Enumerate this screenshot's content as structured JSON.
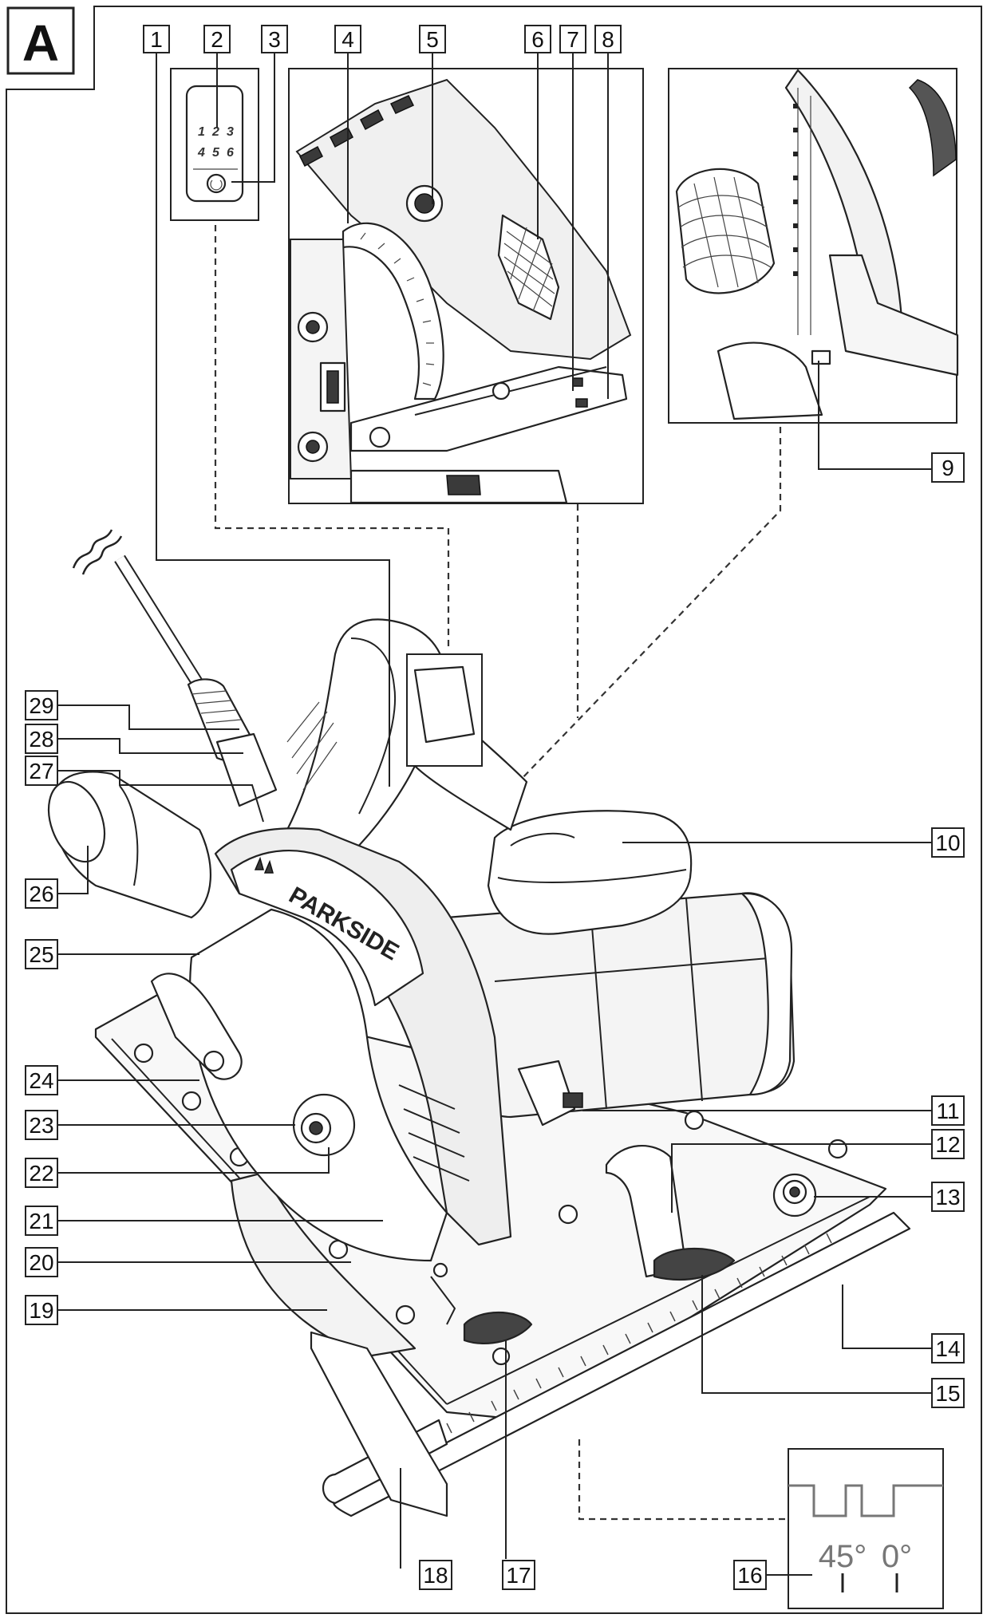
{
  "section_label": "A",
  "brand_text": "PARKSIDE",
  "display_digits": [
    "1",
    "2",
    "3",
    "4",
    "5",
    "6"
  ],
  "detail_angles": [
    "45°",
    "0°"
  ],
  "callouts": [
    {
      "n": "1"
    },
    {
      "n": "2"
    },
    {
      "n": "3"
    },
    {
      "n": "4"
    },
    {
      "n": "5"
    },
    {
      "n": "6"
    },
    {
      "n": "7"
    },
    {
      "n": "8"
    },
    {
      "n": "9"
    },
    {
      "n": "10"
    },
    {
      "n": "11"
    },
    {
      "n": "12"
    },
    {
      "n": "13"
    },
    {
      "n": "14"
    },
    {
      "n": "15"
    },
    {
      "n": "16"
    },
    {
      "n": "17"
    },
    {
      "n": "18"
    },
    {
      "n": "19"
    },
    {
      "n": "20"
    },
    {
      "n": "21"
    },
    {
      "n": "22"
    },
    {
      "n": "23"
    },
    {
      "n": "24"
    },
    {
      "n": "25"
    },
    {
      "n": "26"
    },
    {
      "n": "27"
    },
    {
      "n": "28"
    },
    {
      "n": "29"
    }
  ]
}
